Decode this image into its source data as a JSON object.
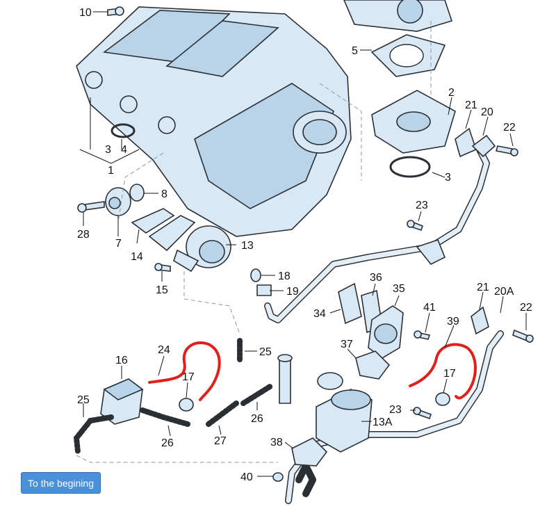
{
  "navigation": {
    "back_label": "To the begining"
  },
  "callouts": {
    "c10": "10",
    "c5": "5",
    "c2": "2",
    "c21a": "21",
    "c20": "20",
    "c22a": "22",
    "c3a": "3",
    "c4": "4",
    "c1": "1",
    "c3b": "3",
    "c8": "8",
    "c28": "28",
    "c7": "7",
    "c14": "14",
    "c13": "13",
    "c23a": "23",
    "c18": "18",
    "c19": "19",
    "c15": "15",
    "c36": "36",
    "c35": "35",
    "c34": "34",
    "c21b": "21",
    "c20a": "20A",
    "c22b": "22",
    "c41": "41",
    "c39": "39",
    "c24": "24",
    "c25a": "25",
    "c16": "16",
    "c37": "37",
    "c17a": "17",
    "c17b": "17",
    "c25b": "25",
    "c26a": "26",
    "c27": "27",
    "c26b": "26",
    "c23b": "23",
    "c13a": "13A",
    "c38": "38",
    "c40": "40"
  },
  "colors": {
    "highlight": "#e0201b",
    "button": "#4a90d9",
    "part_fill": "#d8e9f5"
  }
}
